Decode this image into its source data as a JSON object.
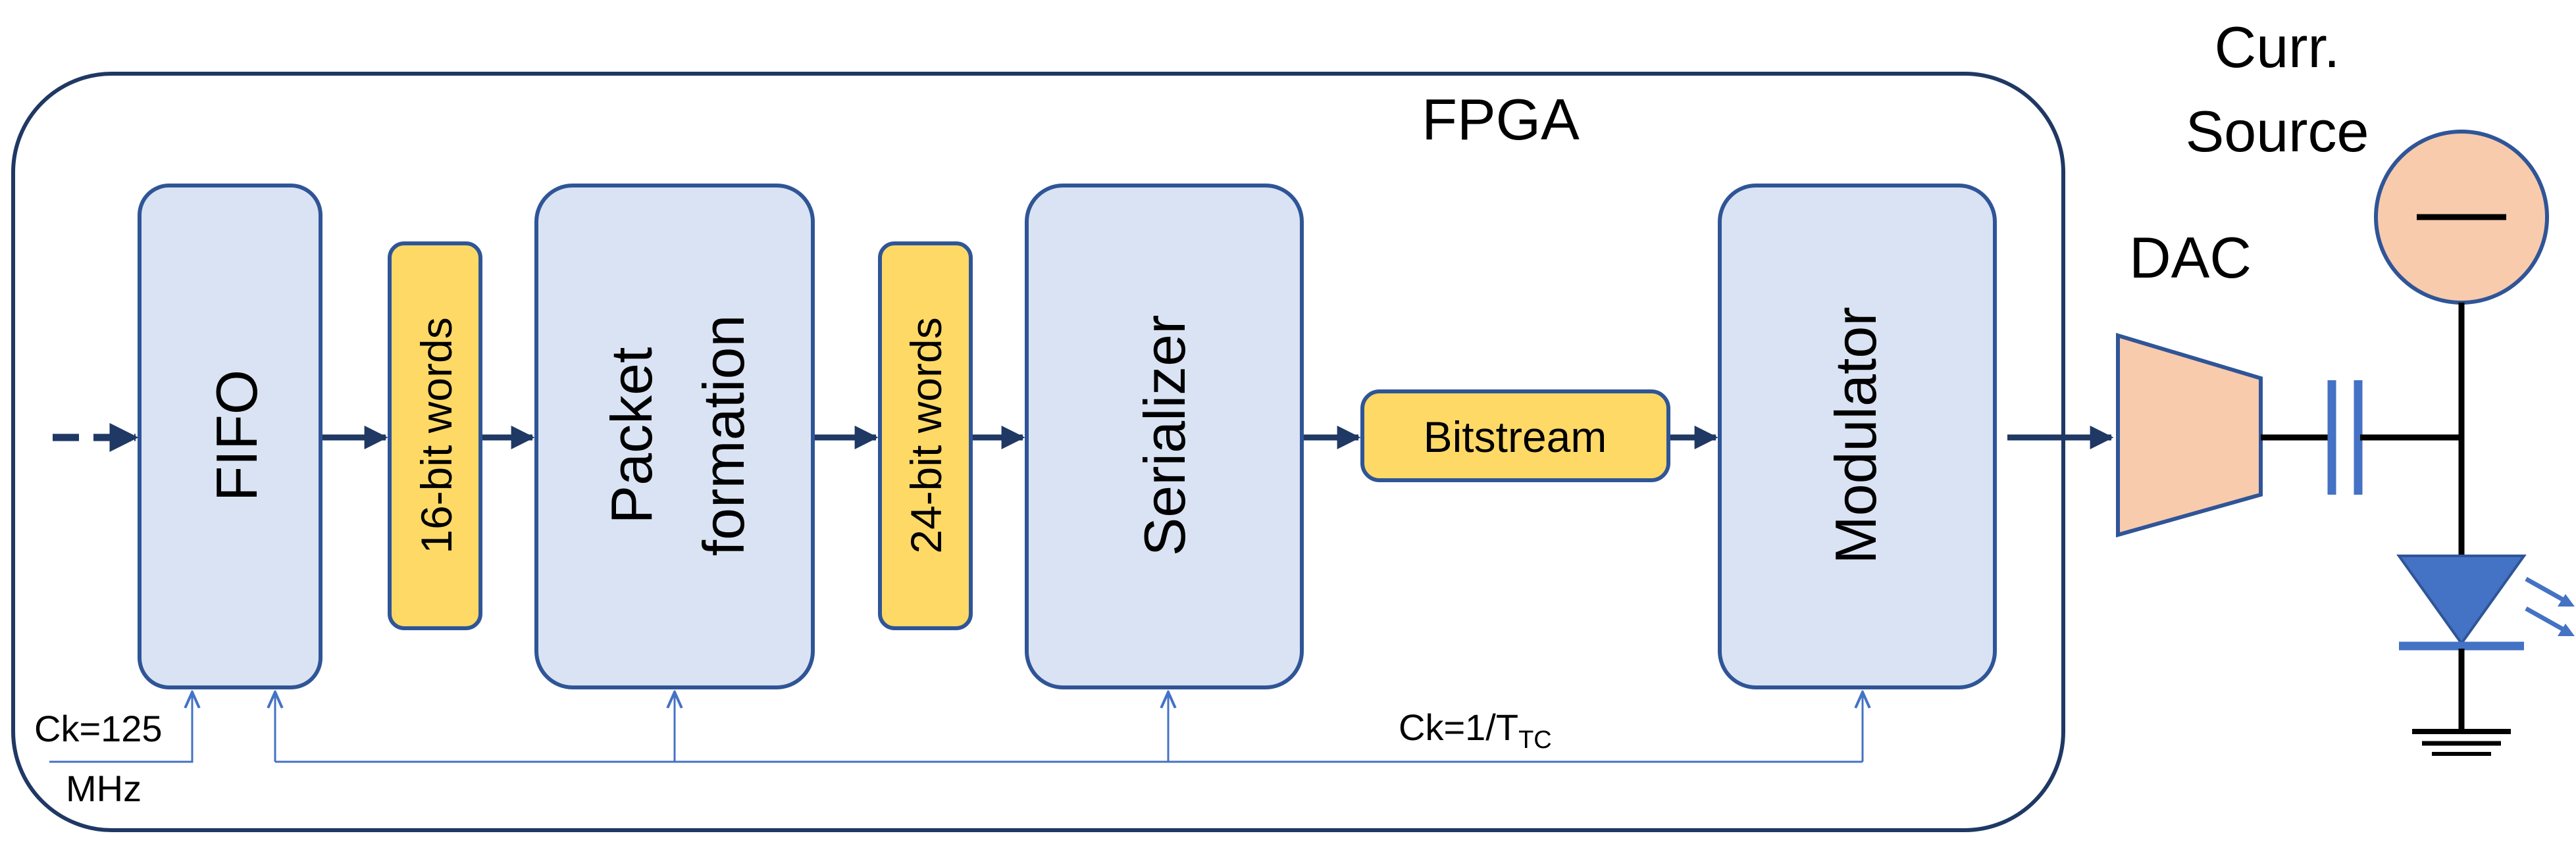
{
  "fpga_label": "FPGA",
  "blocks": {
    "fifo": "FIFO",
    "packet_line1": "Packet",
    "packet_line2": "formation",
    "serializer": "Serializer",
    "modulator": "Modulator"
  },
  "tags": {
    "words16": "16-bit words",
    "words24": "24-bit words",
    "bitstream": "Bitstream"
  },
  "clocks": {
    "fifo_clock_line1": "Ck=125",
    "fifo_clock_line2": "MHz",
    "tc_clock_prefix": "Ck=1/T",
    "tc_clock_sub": "TC"
  },
  "external": {
    "source_line1": "Curr.",
    "source_line2": "Source",
    "dac": "DAC"
  },
  "colors": {
    "block_fill": "#dae3f3",
    "block_stroke": "#2f5597",
    "tag_fill": "#ffd966",
    "dac_fill": "#f8cbad",
    "source_fill": "#f8cbad",
    "diode_fill": "#4472c4",
    "arrow_color": "#1f3864",
    "clock_line": "#4472c4"
  }
}
